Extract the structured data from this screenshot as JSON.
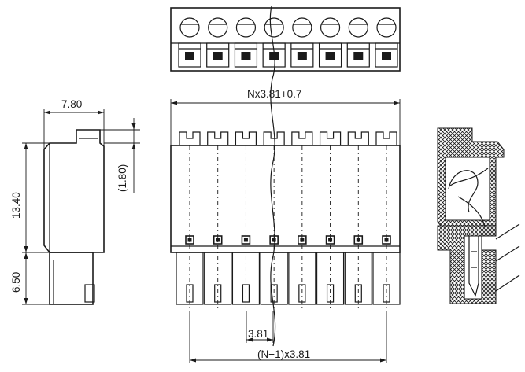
{
  "dimensions": {
    "overall_width": "Nx3.81+0.7",
    "side_depth": "7.80",
    "body_height": "13.40",
    "pin_length": "6.50",
    "step": "(1.80)",
    "pitch": "3.81",
    "pin_span": "(N−1)x3.81"
  },
  "pole_count_shown": 8
}
